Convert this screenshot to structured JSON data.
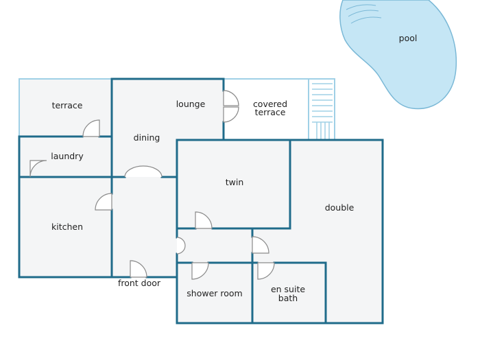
{
  "plan": {
    "labels": {
      "pool": "pool",
      "terrace": "terrace",
      "lounge": "lounge",
      "covered_terrace_line1": "covered",
      "covered_terrace_line2": "terrace",
      "dining": "dining",
      "laundry": "laundry",
      "twin": "twin",
      "double": "double",
      "kitchen": "kitchen",
      "front_door": "front door",
      "shower_room": "shower room",
      "en_suite_line1": "en suite",
      "en_suite_line2": "bath"
    },
    "colors": {
      "wall": "#1f6b8a",
      "outdoor_outline": "#9fd0e6",
      "floor": "#f4f5f6",
      "pool_fill": "#c5e6f5",
      "pool_outline": "#7ab8d6",
      "door": "#8a8a8a"
    }
  }
}
